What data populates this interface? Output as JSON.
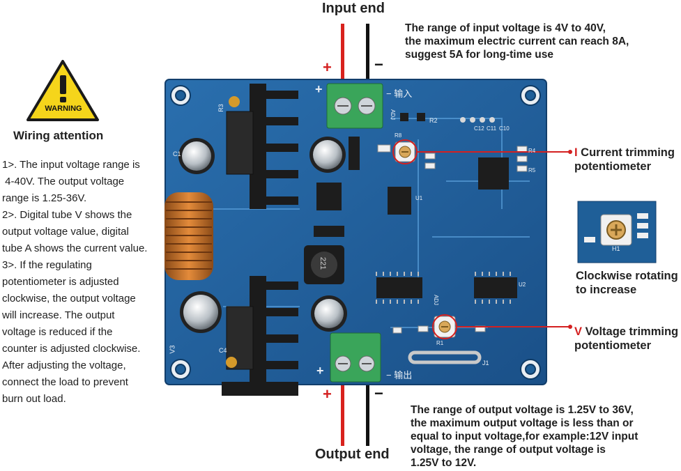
{
  "warning": {
    "sign_text": "WARNING",
    "heading": "Wiring attention"
  },
  "instructions": [
    "1>. The input voltage range is",
    " 4-40V. The output voltage",
    "range is 1.25-36V.",
    "2>. Digital tube V shows the",
    "output voltage value, digital",
    "tube A shows the current value.",
    "3>. If the regulating",
    "potentiometer is adjusted",
    "clockwise, the output voltage",
    "will increase. The output",
    "voltage is reduced if the",
    "counter is adjusted clockwise.",
    "After adjusting the voltage,",
    "connect the load to prevent",
    "burn out load."
  ],
  "input": {
    "title": "Input end",
    "plus": "+",
    "minus": "−",
    "note": [
      "The range of input voltage is 4V to 40V,",
      "the maximum electric current can reach 8A,",
      "suggest 5A for long-time use"
    ]
  },
  "output": {
    "title": "Output end",
    "plus": "+",
    "minus": "−",
    "note": [
      "The range of output voltage is 1.25V to 36V,",
      "the maximum output voltage is less than or",
      "equal to input voltage,for example:12V input",
      "voltage, the range of output voltage is",
      "1.25V to 12V."
    ]
  },
  "current_pot": {
    "letter": "I",
    "line1": " Current trimming",
    "line2": "potentiometer"
  },
  "voltage_pot": {
    "letter": "V",
    "line1": " Voltage trimming",
    "line2": "potentiometer"
  },
  "clockwise": {
    "line1": "Clockwise rotating",
    "line2": "to increase"
  },
  "board": {
    "labels": [
      "R3",
      "C1",
      "C4",
      "V3",
      "J1",
      "221",
      "R2",
      "C12",
      "C11",
      "C10",
      "U1",
      "U2",
      "R4",
      "R5",
      "R1",
      "R8",
      "ADJ",
      "ADJ"
    ],
    "silk_input": "− 输入",
    "silk_output": "− 输出",
    "silk_plus": "+",
    "inset_label": "H1"
  },
  "colors": {
    "board": "#1f5f98",
    "terminal": "#3aa55a",
    "accent_red": "#d42020",
    "warning_yellow": "#f5d51b"
  }
}
